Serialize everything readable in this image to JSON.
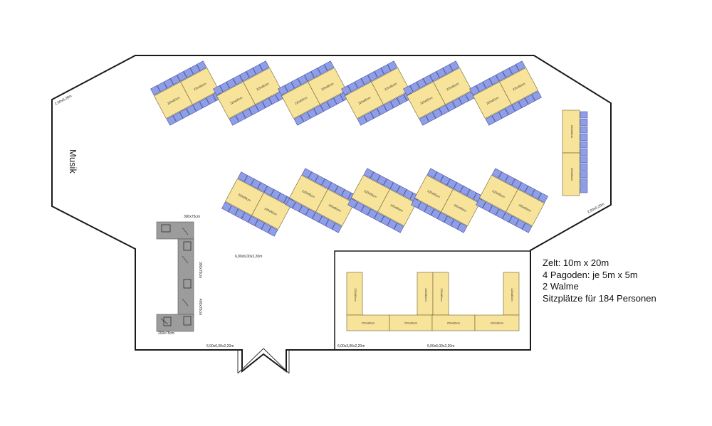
{
  "plan": {
    "music_label": "Musik",
    "info_lines": [
      "Zelt: 10m x 20m",
      "4 Pagoden: je 5m x 5m",
      "2 Walme",
      "Sitzplätze für 184 Personen"
    ],
    "dimension_labels": {
      "left_wall": "2,00x0,20m",
      "right_wall": "2,00x0,20m",
      "hall_width": "6,00x6,00x2,20m",
      "bottom_left": "6,00x6,00x2,20m",
      "bottom_right": "6,00x3,00x2,20m",
      "front": "6,00x6,00x2,20m",
      "buffet_top": "300x75cm",
      "buffet_bottom": "200x75cm",
      "buffet_side_1": "300x75cm",
      "buffet_side_2": "400x75cm"
    },
    "table_label": "220x80cm",
    "table_label_alt": "180x80cm",
    "colors": {
      "table": "#f7e49a",
      "chair": "#8f9ee8",
      "chair_edge": "#4a5499",
      "counter": "#9c9c9c",
      "wall": "#1a1a1a"
    }
  }
}
